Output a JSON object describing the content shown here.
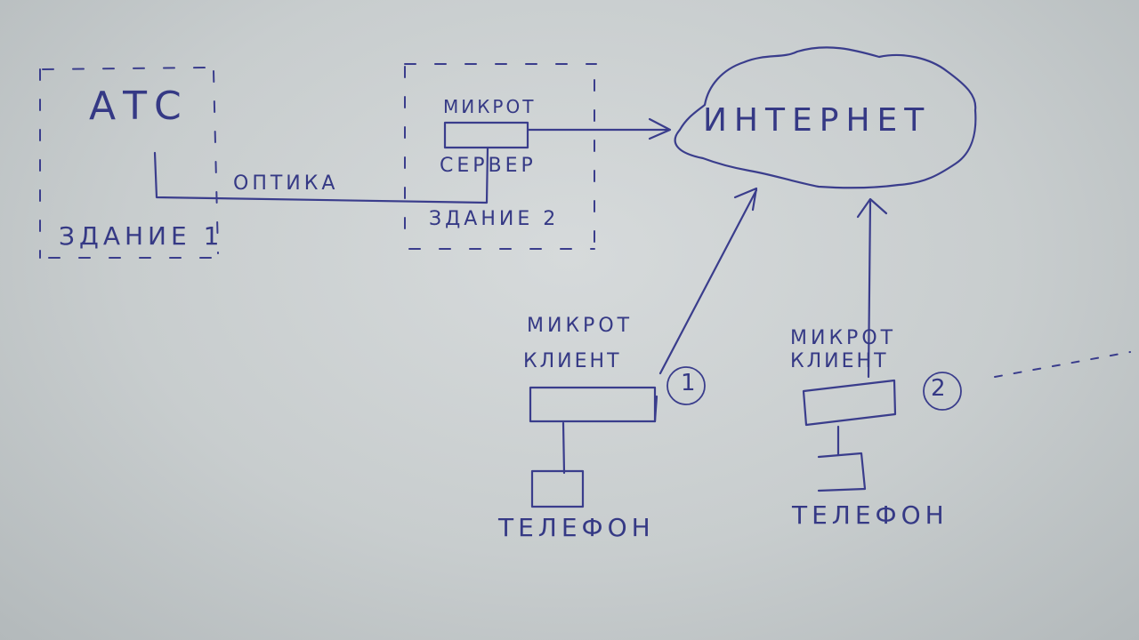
{
  "labels": {
    "ats": "АТС",
    "optika": "ОПТИКА",
    "building1": "ЗДАНИЕ 1",
    "building2": "ЗДАНИЕ 2",
    "mikrot_server": "МИКРОТ",
    "server": "СЕРВЕР",
    "internet": "ИНТЕРНЕТ",
    "client1_mikrot": "МИКРОТ",
    "client1_client": "КЛИЕНТ",
    "client1_number": "1",
    "client1_phone": "ТЕЛЕФОН",
    "client2_mikrot": "МИКРОТ",
    "client2_client": "КЛИЕНТ",
    "client2_number": "2",
    "client2_phone": "ТЕЛЕФОН"
  },
  "colors": {
    "ink": "#3a3d8c",
    "paper": "#d6dadb"
  }
}
